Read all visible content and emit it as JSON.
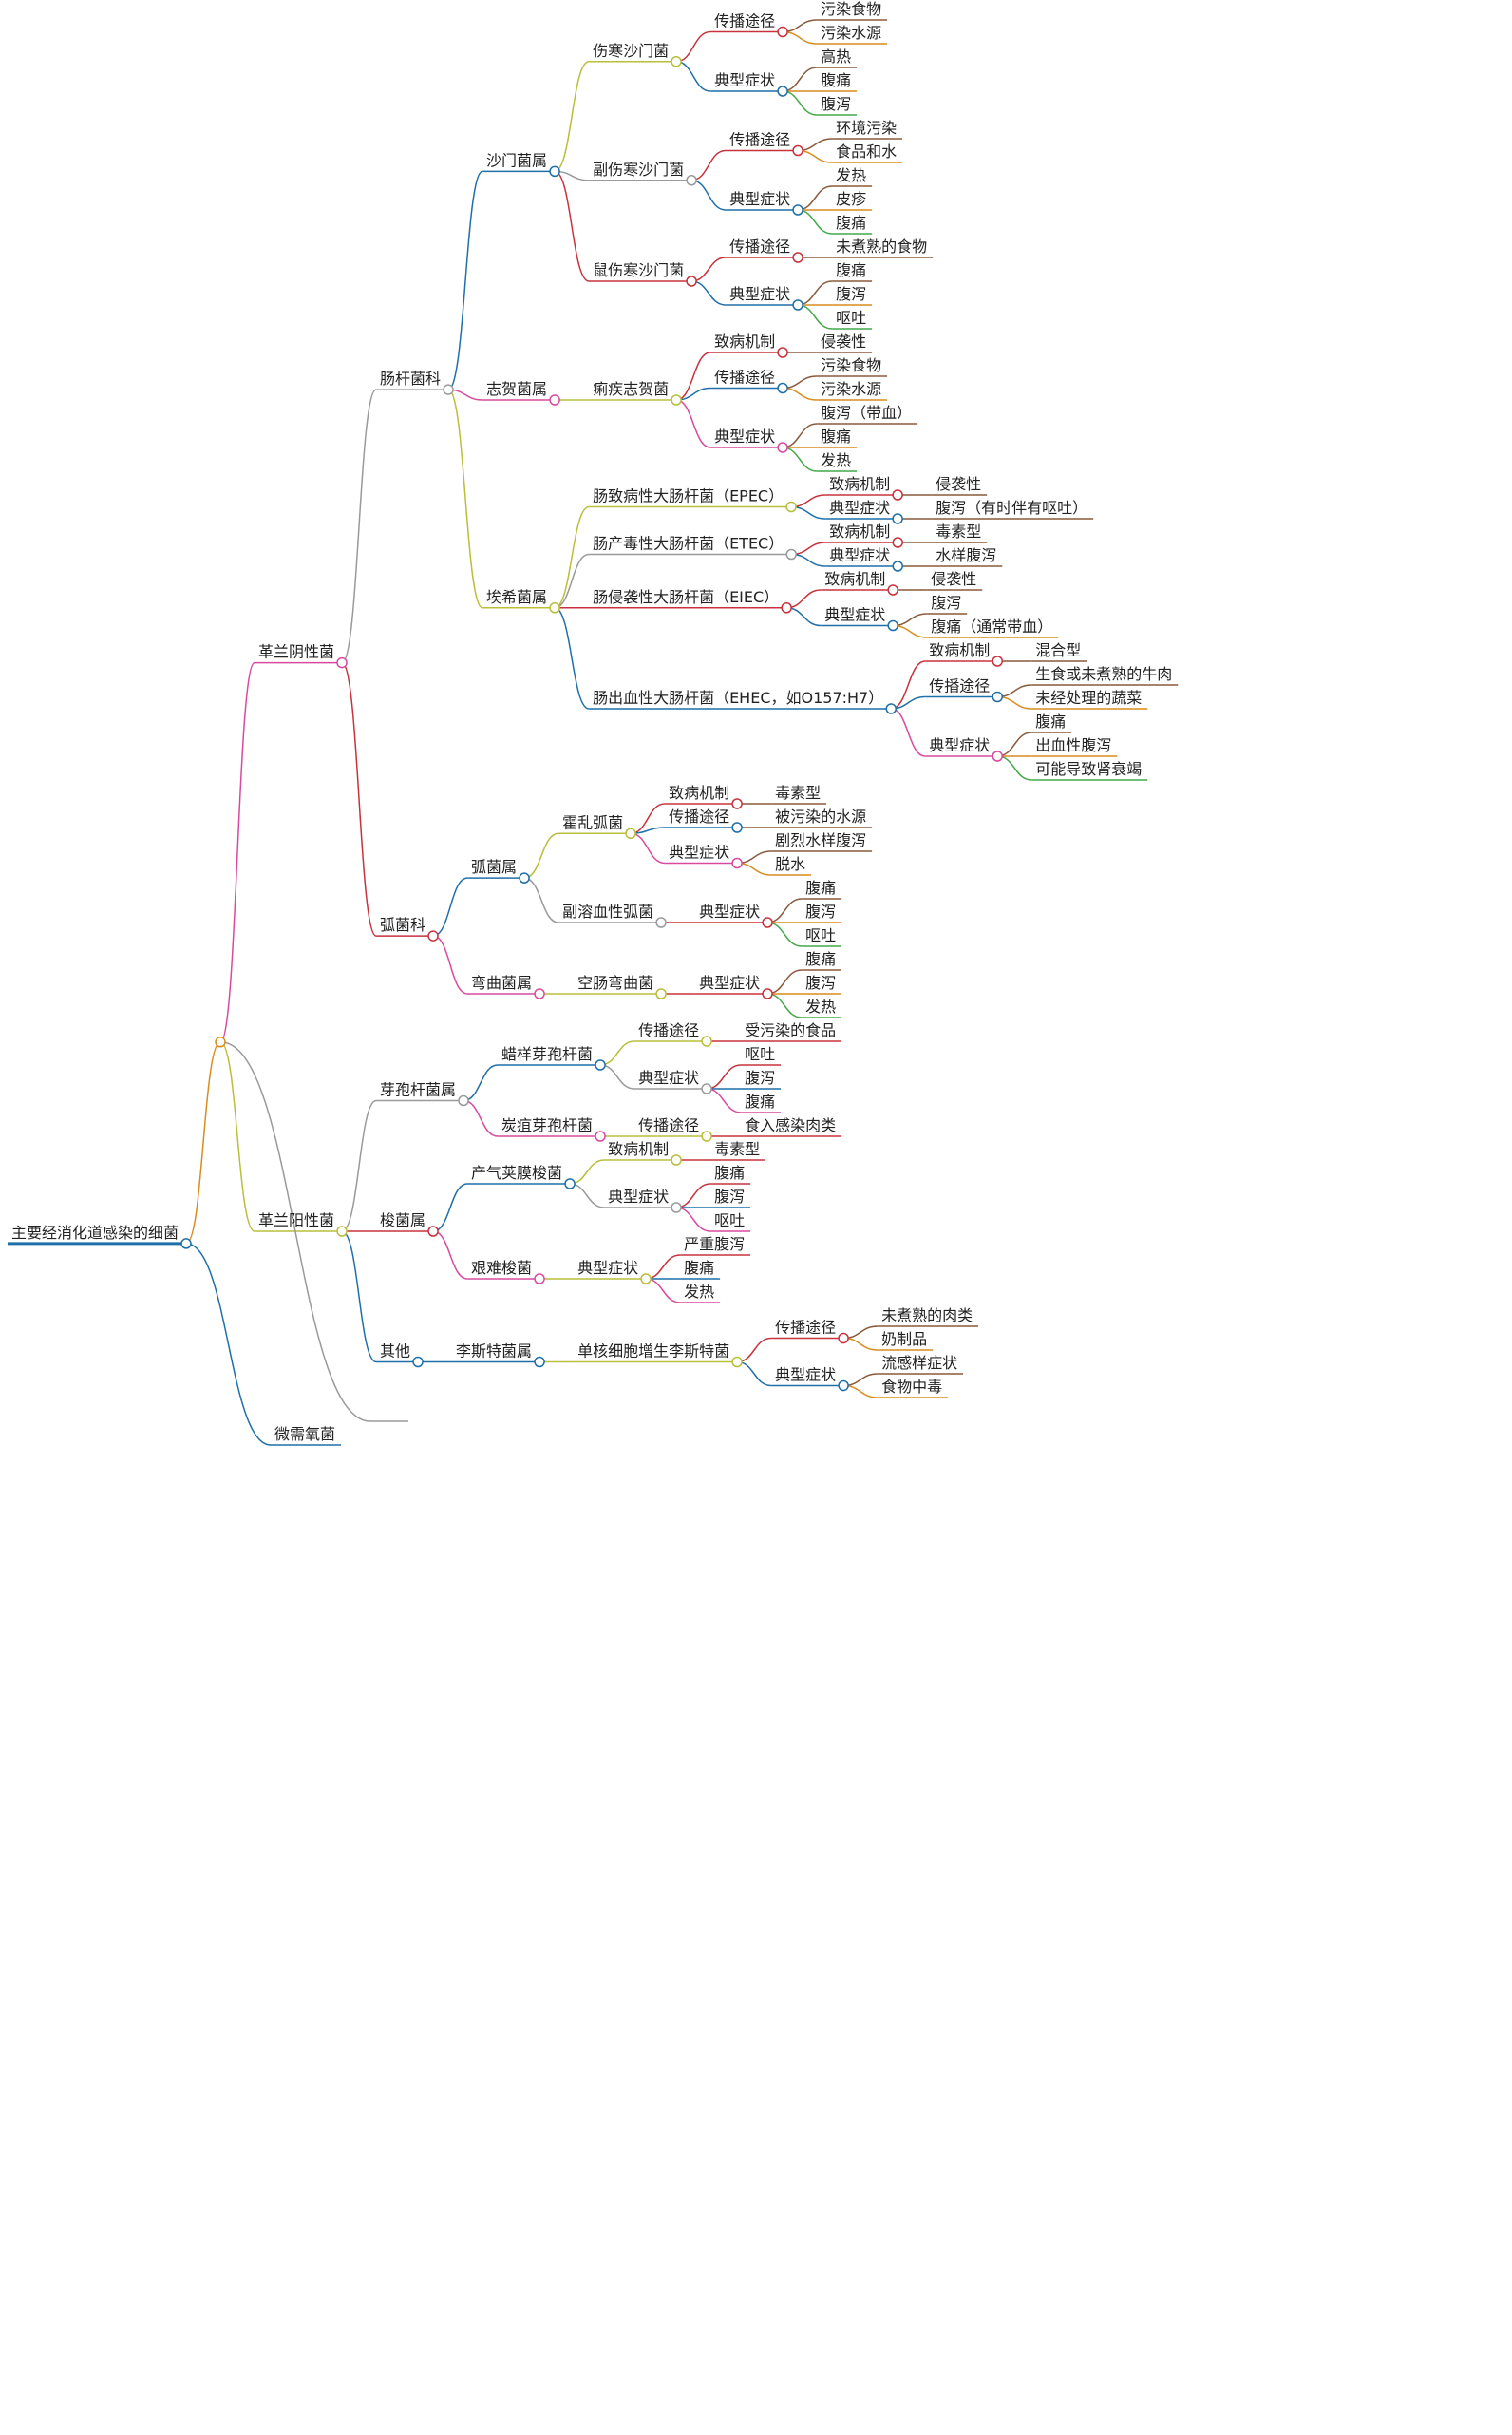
{
  "root": {
    "label": "主要经消化道感染的细菌",
    "children": [
      {
        "label": "",
        "children": [
          {
            "label": "革兰阴性菌",
            "children": [
              {
                "label": "肠杆菌科",
                "children": [
                  {
                    "label": "沙门菌属",
                    "children": [
                      {
                        "label": "伤寒沙门菌",
                        "children": [
                          {
                            "label": "传播途径",
                            "children": [
                              {
                                "label": "污染食物"
                              },
                              {
                                "label": "污染水源"
                              }
                            ]
                          },
                          {
                            "label": "典型症状",
                            "children": [
                              {
                                "label": "高热"
                              },
                              {
                                "label": "腹痛"
                              },
                              {
                                "label": "腹泻"
                              }
                            ]
                          }
                        ]
                      },
                      {
                        "label": "副伤寒沙门菌",
                        "children": [
                          {
                            "label": "传播途径",
                            "children": [
                              {
                                "label": "环境污染"
                              },
                              {
                                "label": "食品和水"
                              }
                            ]
                          },
                          {
                            "label": "典型症状",
                            "children": [
                              {
                                "label": "发热"
                              },
                              {
                                "label": "皮疹"
                              },
                              {
                                "label": "腹痛"
                              }
                            ]
                          }
                        ]
                      },
                      {
                        "label": "鼠伤寒沙门菌",
                        "children": [
                          {
                            "label": "传播途径",
                            "children": [
                              {
                                "label": "未煮熟的食物"
                              }
                            ]
                          },
                          {
                            "label": "典型症状",
                            "children": [
                              {
                                "label": "腹痛"
                              },
                              {
                                "label": "腹泻"
                              },
                              {
                                "label": "呕吐"
                              }
                            ]
                          }
                        ]
                      }
                    ]
                  },
                  {
                    "label": "志贺菌属",
                    "children": [
                      {
                        "label": "痢疾志贺菌",
                        "children": [
                          {
                            "label": "致病机制",
                            "children": [
                              {
                                "label": "侵袭性"
                              }
                            ]
                          },
                          {
                            "label": "传播途径",
                            "children": [
                              {
                                "label": "污染食物"
                              },
                              {
                                "label": "污染水源"
                              }
                            ]
                          },
                          {
                            "label": "典型症状",
                            "children": [
                              {
                                "label": "腹泻（带血）"
                              },
                              {
                                "label": "腹痛"
                              },
                              {
                                "label": "发热"
                              }
                            ]
                          }
                        ]
                      }
                    ]
                  },
                  {
                    "label": "埃希菌属",
                    "children": [
                      {
                        "label": "肠致病性大肠杆菌（EPEC）",
                        "children": [
                          {
                            "label": "致病机制",
                            "children": [
                              {
                                "label": "侵袭性"
                              }
                            ]
                          },
                          {
                            "label": "典型症状",
                            "children": [
                              {
                                "label": "腹泻（有时伴有呕吐）"
                              }
                            ]
                          }
                        ]
                      },
                      {
                        "label": "肠产毒性大肠杆菌（ETEC）",
                        "children": [
                          {
                            "label": "致病机制",
                            "children": [
                              {
                                "label": "毒素型"
                              }
                            ]
                          },
                          {
                            "label": "典型症状",
                            "children": [
                              {
                                "label": "水样腹泻"
                              }
                            ]
                          }
                        ]
                      },
                      {
                        "label": "肠侵袭性大肠杆菌（EIEC）",
                        "children": [
                          {
                            "label": "致病机制",
                            "children": [
                              {
                                "label": "侵袭性"
                              }
                            ]
                          },
                          {
                            "label": "典型症状",
                            "children": [
                              {
                                "label": "腹泻"
                              },
                              {
                                "label": "腹痛（通常带血）"
                              }
                            ]
                          }
                        ]
                      },
                      {
                        "label": "肠出血性大肠杆菌（EHEC，如O157:H7）",
                        "children": [
                          {
                            "label": "致病机制",
                            "children": [
                              {
                                "label": "混合型"
                              }
                            ]
                          },
                          {
                            "label": "传播途径",
                            "children": [
                              {
                                "label": "生食或未煮熟的牛肉"
                              },
                              {
                                "label": "未经处理的蔬菜"
                              }
                            ]
                          },
                          {
                            "label": "典型症状",
                            "children": [
                              {
                                "label": "腹痛"
                              },
                              {
                                "label": "出血性腹泻"
                              },
                              {
                                "label": "可能导致肾衰竭"
                              }
                            ]
                          }
                        ]
                      }
                    ]
                  }
                ]
              },
              {
                "label": "弧菌科",
                "children": [
                  {
                    "label": "弧菌属",
                    "children": [
                      {
                        "label": "霍乱弧菌",
                        "children": [
                          {
                            "label": "致病机制",
                            "children": [
                              {
                                "label": "毒素型"
                              }
                            ]
                          },
                          {
                            "label": "传播途径",
                            "children": [
                              {
                                "label": "被污染的水源"
                              }
                            ]
                          },
                          {
                            "label": "典型症状",
                            "children": [
                              {
                                "label": "剧烈水样腹泻"
                              },
                              {
                                "label": "脱水"
                              }
                            ]
                          }
                        ]
                      },
                      {
                        "label": "副溶血性弧菌",
                        "children": [
                          {
                            "label": "典型症状",
                            "children": [
                              {
                                "label": "腹痛"
                              },
                              {
                                "label": "腹泻"
                              },
                              {
                                "label": "呕吐"
                              }
                            ]
                          }
                        ]
                      }
                    ]
                  },
                  {
                    "label": "弯曲菌属",
                    "children": [
                      {
                        "label": "空肠弯曲菌",
                        "children": [
                          {
                            "label": "典型症状",
                            "children": [
                              {
                                "label": "腹痛"
                              },
                              {
                                "label": "腹泻"
                              },
                              {
                                "label": "发热"
                              }
                            ]
                          }
                        ]
                      }
                    ]
                  }
                ]
              }
            ]
          },
          {
            "label": "革兰阳性菌",
            "children": [
              {
                "label": "芽孢杆菌属",
                "children": [
                  {
                    "label": "蜡样芽孢杆菌",
                    "children": [
                      {
                        "label": "传播途径",
                        "children": [
                          {
                            "label": "受污染的食品"
                          }
                        ]
                      },
                      {
                        "label": "典型症状",
                        "children": [
                          {
                            "label": "呕吐"
                          },
                          {
                            "label": "腹泻"
                          },
                          {
                            "label": "腹痛"
                          }
                        ]
                      }
                    ]
                  },
                  {
                    "label": "炭疽芽孢杆菌",
                    "children": [
                      {
                        "label": "传播途径",
                        "children": [
                          {
                            "label": "食入感染肉类"
                          }
                        ]
                      }
                    ]
                  }
                ]
              },
              {
                "label": "梭菌属",
                "children": [
                  {
                    "label": "产气荚膜梭菌",
                    "children": [
                      {
                        "label": "致病机制",
                        "children": [
                          {
                            "label": "毒素型"
                          }
                        ]
                      },
                      {
                        "label": "典型症状",
                        "children": [
                          {
                            "label": "腹痛"
                          },
                          {
                            "label": "腹泻"
                          },
                          {
                            "label": "呕吐"
                          }
                        ]
                      }
                    ]
                  },
                  {
                    "label": "艰难梭菌",
                    "children": [
                      {
                        "label": "典型症状",
                        "children": [
                          {
                            "label": "严重腹泻"
                          },
                          {
                            "label": "腹痛"
                          },
                          {
                            "label": "发热"
                          }
                        ]
                      }
                    ]
                  }
                ]
              },
              {
                "label": "其他",
                "children": [
                  {
                    "label": "李斯特菌属",
                    "children": [
                      {
                        "label": "单核细胞增生李斯特菌",
                        "children": [
                          {
                            "label": "传播途径",
                            "children": [
                              {
                                "label": "未煮熟的肉类"
                              },
                              {
                                "label": "奶制品"
                              }
                            ]
                          },
                          {
                            "label": "典型症状",
                            "children": [
                              {
                                "label": "流感样症状"
                              },
                              {
                                "label": "食物中毒"
                              }
                            ]
                          }
                        ]
                      }
                    ]
                  }
                ]
              }
            ]
          },
          {
            "label": ""
          }
        ]
      },
      {
        "label": "微需氧菌"
      }
    ]
  },
  "palette": [
    "#d98c1f",
    "#1f6fa8",
    "#45a84a",
    "#d84a9f",
    "#2bb3c8",
    "#b8bf3a",
    "#8e6fc4",
    "#9a9a9a",
    "#8b5a3c",
    "#c8323c"
  ]
}
